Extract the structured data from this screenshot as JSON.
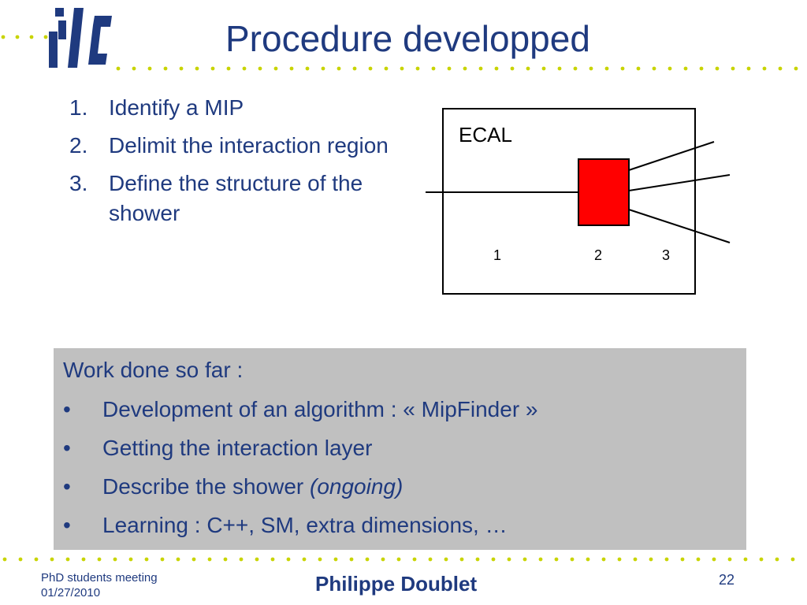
{
  "slide": {
    "title": "Procedure developped",
    "steps": [
      {
        "number": "1.",
        "text": "Identify a MIP"
      },
      {
        "number": "2.",
        "text": "Delimit the interaction region"
      },
      {
        "number": "3.",
        "text": "Define the structure of the shower"
      }
    ],
    "diagram": {
      "label": "ECAL",
      "region_labels": [
        "1",
        "2",
        "3"
      ],
      "interaction_color": "#ff0000"
    },
    "work_box": {
      "heading": "Work done so far :",
      "items": [
        {
          "bullet": "•",
          "text": "Development of an algorithm : « MipFinder »",
          "note": ""
        },
        {
          "bullet": "•",
          "text": "Getting the interaction layer",
          "note": ""
        },
        {
          "bullet": "•",
          "text": "Describe the shower ",
          "note": "(ongoing)"
        },
        {
          "bullet": "•",
          "text": "Learning : C++, SM, extra dimensions, …",
          "note": ""
        }
      ],
      "background": "#c0c0c0"
    },
    "footer": {
      "meeting": "PhD students meeting",
      "date": "01/27/2010",
      "author": "Philippe Doublet",
      "page_number": "22"
    },
    "colors": {
      "text": "#1f3a7f",
      "dots": "#c8d400"
    }
  }
}
